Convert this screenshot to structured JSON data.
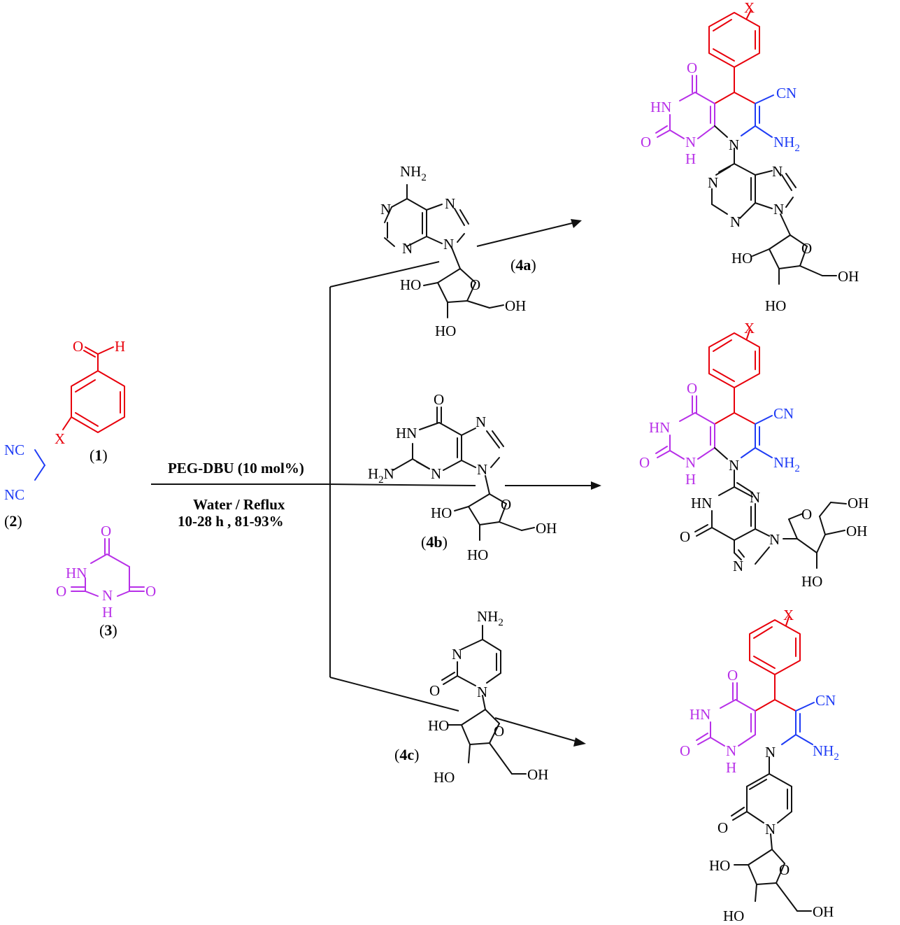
{
  "colors": {
    "aldehyde": "#e8000b",
    "nitrile": "#1f3cf5",
    "barbituric": "#b72fe8",
    "nucleoside": "#111111"
  },
  "conditions": {
    "catalyst": "PEG-DBU (10 mol%)",
    "solvent": "Water / Reflux",
    "time_yield": "10-28 h , 81-93%"
  },
  "reactants": {
    "aldehyde": {
      "label": "1",
      "o": "O",
      "h": "H",
      "x": "X"
    },
    "malononitrile": {
      "label": "2",
      "nc1": "NC",
      "nc2": "NC"
    },
    "barbituric": {
      "label": "3",
      "o_top": "O",
      "hn": "HN",
      "o_left": "O",
      "n": "N",
      "h": "H",
      "o_right": "O"
    }
  },
  "nucleosides": {
    "a": {
      "label": "4a",
      "nh2": "NH",
      "nh2_sub": "2",
      "n1": "N",
      "n3": "N",
      "n7": "N",
      "n9": "N",
      "ho1": "HO",
      "ho2": "HO",
      "o_ring": "O",
      "oh": "OH"
    },
    "b": {
      "label": "4b",
      "o": "O",
      "hn": "HN",
      "n7": "N",
      "h2n": "H",
      "h2n_sub": "2",
      "h2n_n": "N",
      "n3": "N",
      "n9": "N",
      "ho1": "HO",
      "ho2": "HO",
      "o_ring": "O",
      "oh": "OH"
    },
    "c": {
      "label": "4c",
      "nh2": "NH",
      "nh2_sub": "2",
      "n3": "N",
      "o": "O",
      "n1": "N",
      "ho1": "HO",
      "ho2": "HO",
      "o_ring": "O",
      "oh": "OH"
    }
  },
  "products": {
    "a": {
      "x": "X",
      "o_top": "O",
      "cn": "CN",
      "hn": "HN",
      "o_left": "O",
      "n": "N",
      "h": "H",
      "n_center": "N",
      "nh2": "NH",
      "nh2_sub": "2",
      "n7": "N",
      "n1": "N",
      "n3": "N",
      "n9": "N",
      "o_ring": "O",
      "ho1": "HO",
      "ho2": "HO",
      "oh": "OH"
    },
    "b": {
      "x": "X",
      "o_top": "O",
      "cn": "CN",
      "hn": "HN",
      "o_left": "O",
      "n": "N",
      "h": "H",
      "n_center": "N",
      "nh2": "NH",
      "nh2_sub": "2",
      "hn2": "HN",
      "n3": "N",
      "o2": "O",
      "n9": "N",
      "n7": "N",
      "o_ring": "O",
      "oh1": "OH",
      "oh2": "OH",
      "ho": "HO"
    },
    "c": {
      "x": "X",
      "o_top": "O",
      "cn": "CN",
      "hn": "HN",
      "o_left": "O",
      "n": "N",
      "h": "H",
      "n_center": "N",
      "nh2": "NH",
      "nh2_sub": "2",
      "o2": "O",
      "n_pyr": "N",
      "ho1": "HO",
      "o_ring": "O",
      "ho2": "HO",
      "oh": "OH"
    }
  }
}
